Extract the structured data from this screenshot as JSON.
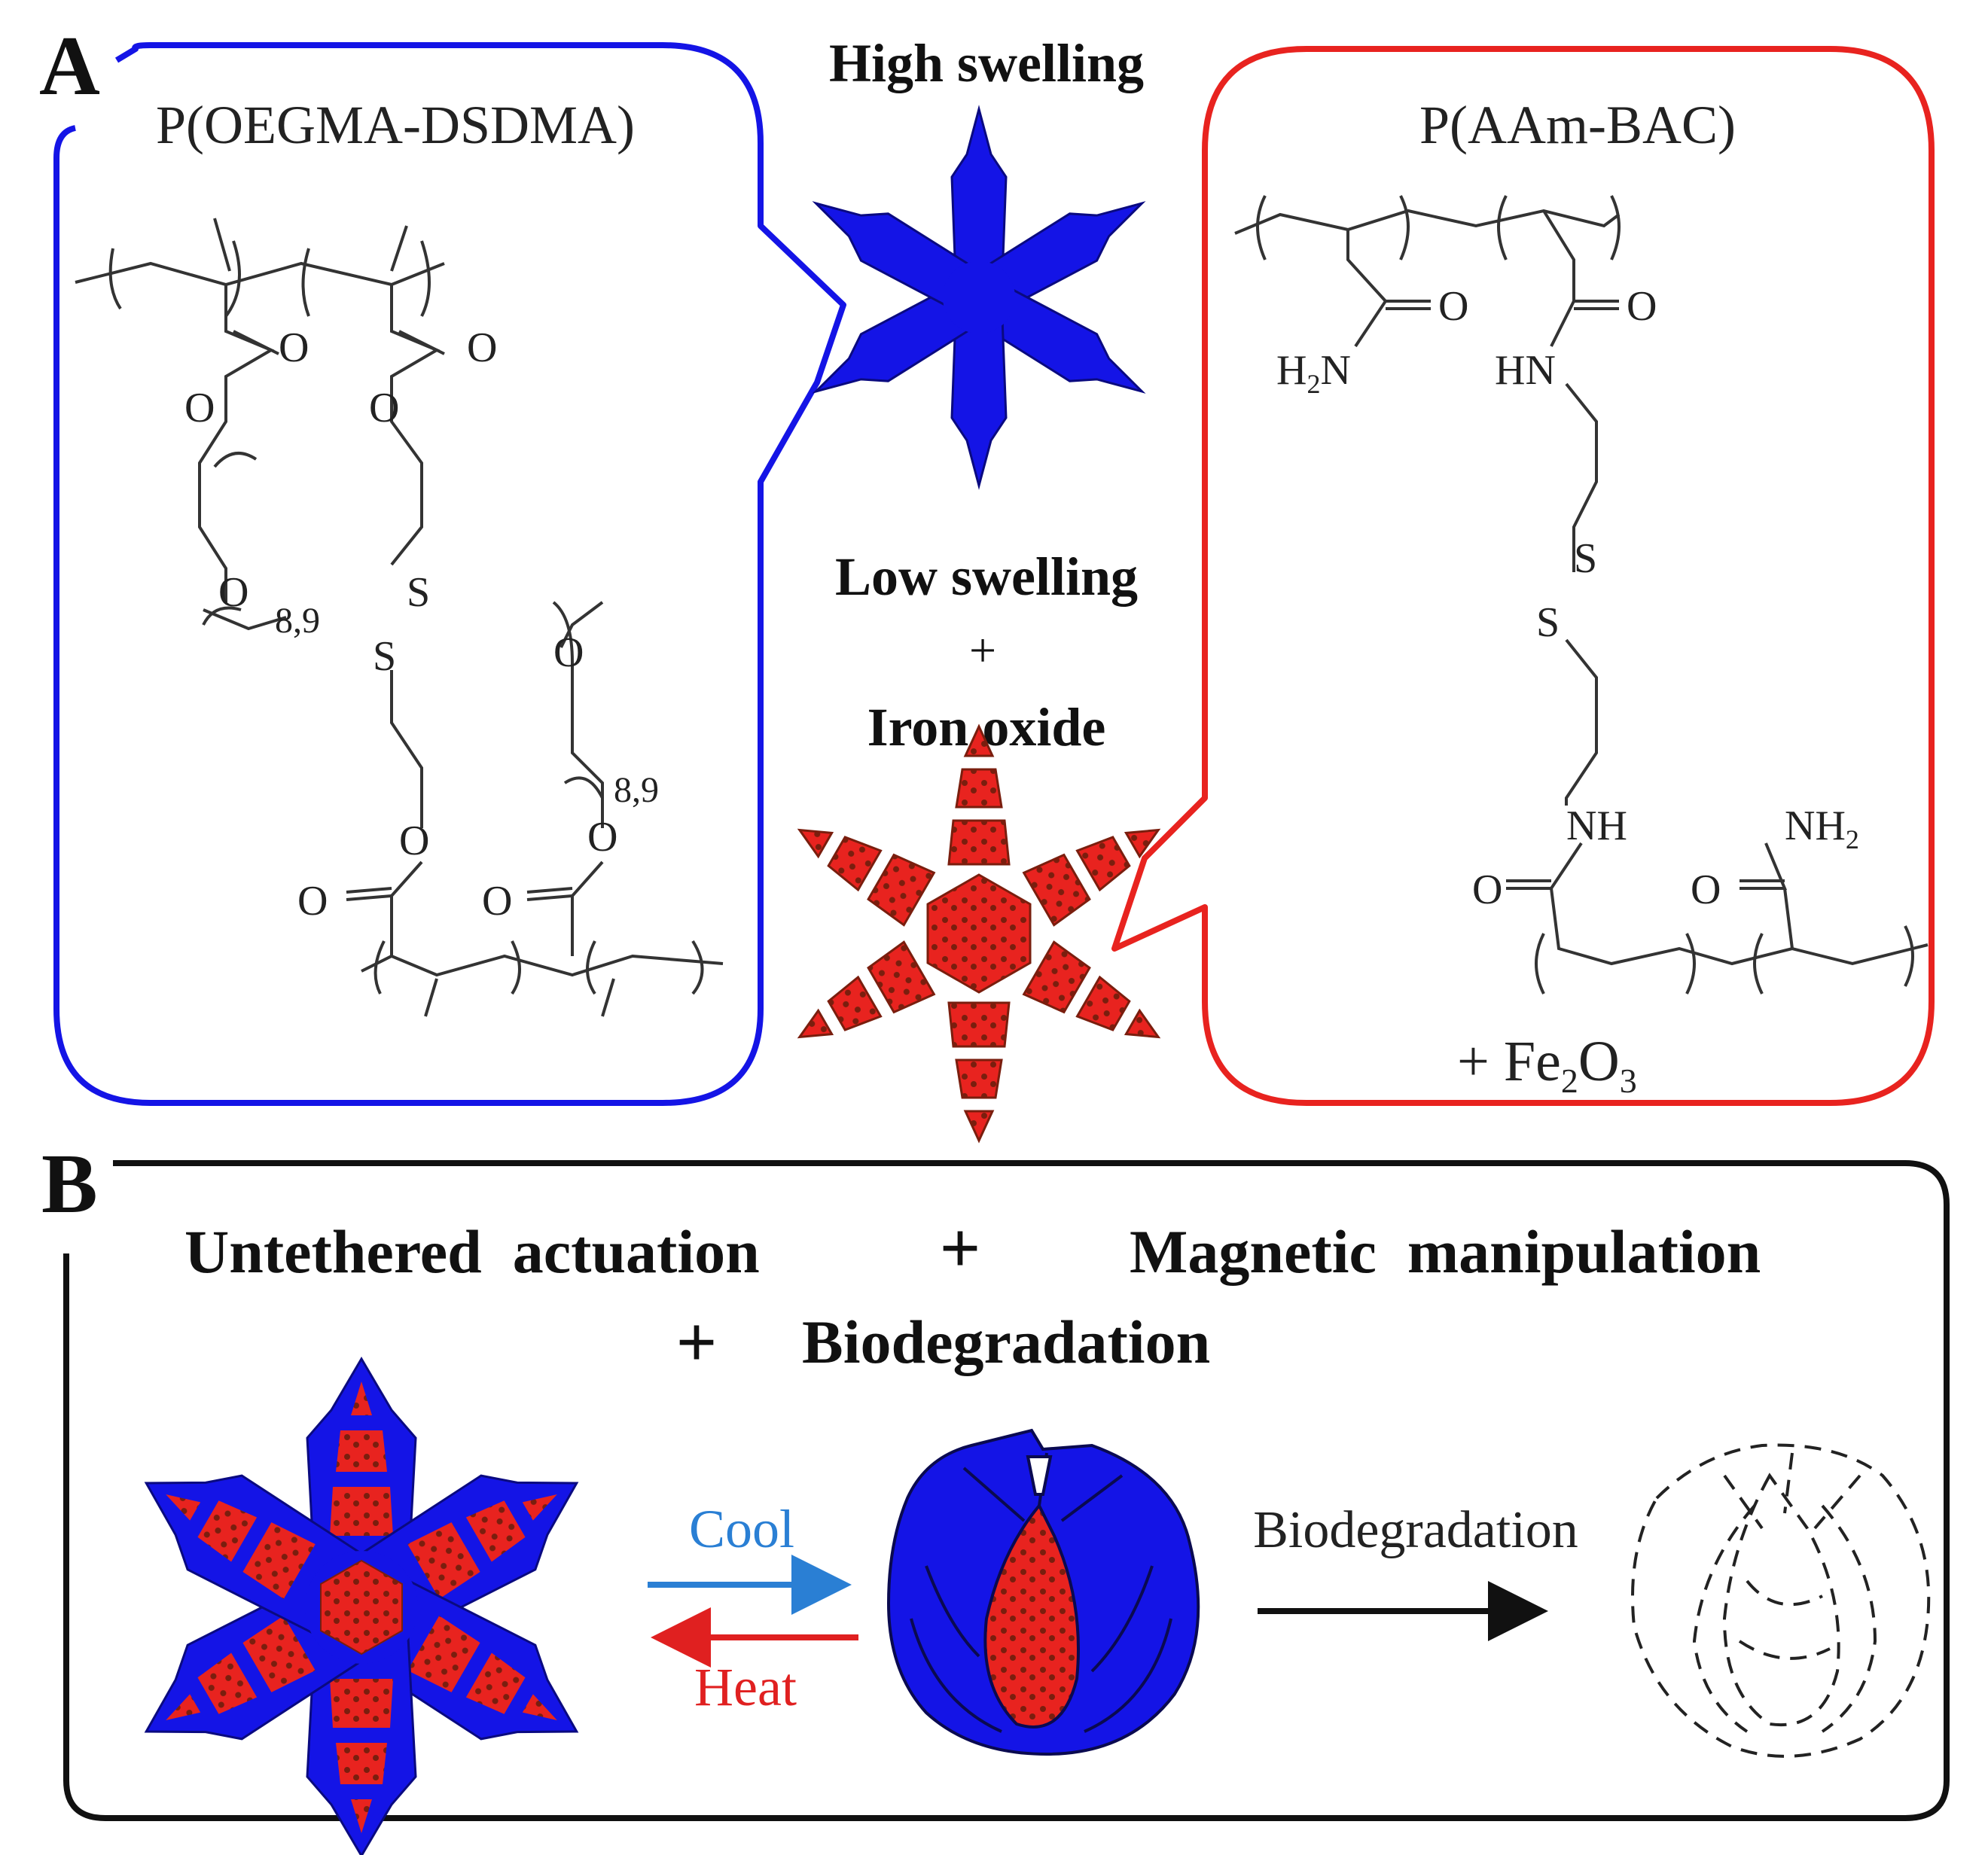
{
  "panel_a": {
    "label": "A",
    "left_title": "P(OEGMA-DSDMA)",
    "right_title": "P(AAm-BAC)",
    "high_swelling": "High swelling",
    "low_swelling": "Low swelling",
    "plus_small": "+",
    "iron_oxide": "Iron oxide",
    "fe2o3_prefix": "+ Fe",
    "fe2o3_sub1": "2",
    "fe2o3_o": "O",
    "fe2o3_sub2": "3",
    "chem": {
      "O": "O",
      "S": "S",
      "repeat": "8,9",
      "H2N_H": "H",
      "H2N_2": "2",
      "H2N_N": "N",
      "HN": "HN",
      "NH": "NH",
      "NH2_NH": "NH",
      "NH2_2": "2"
    }
  },
  "panel_b": {
    "label": "B",
    "untethered": "Untethered  actuation",
    "plus": "+",
    "magnetic": "Magnetic  manipulation",
    "biodegradation_title": "Biodegradation",
    "cool": "Cool",
    "heat": "Heat",
    "biodegradation_arrow": "Biodegradation"
  },
  "colors": {
    "blue": "#1414e6",
    "red": "#e8231f",
    "dark_red": "#7a1e0e",
    "cool_blue": "#2a7fd4",
    "heat_red": "#e02020",
    "black": "#111111"
  }
}
